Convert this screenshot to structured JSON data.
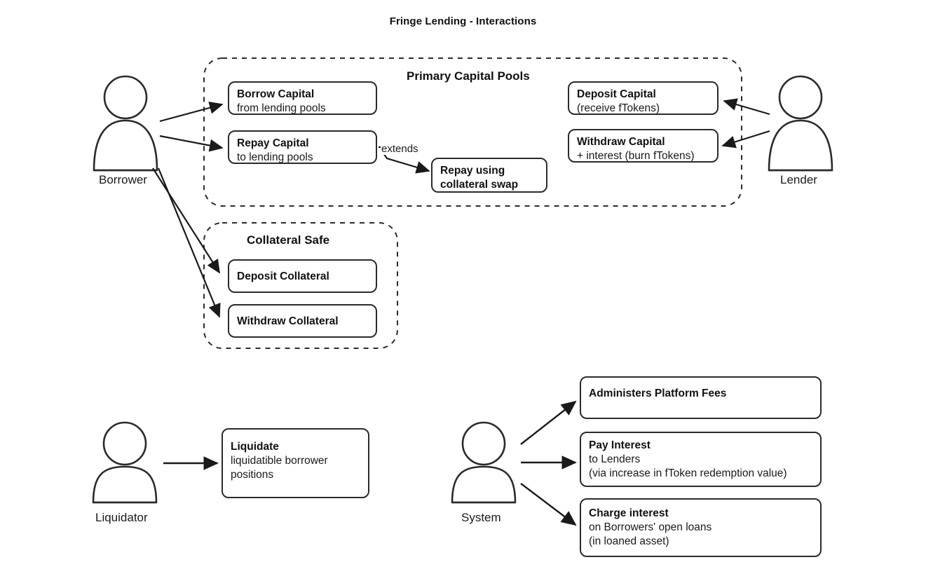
{
  "title": "Fringe Lending - Interactions",
  "groups": [
    {
      "name": "primary-capital-pools",
      "label": "Primary Capital Pools"
    },
    {
      "name": "collateral-safe",
      "label": "Collateral Safe"
    }
  ],
  "actors": [
    {
      "name": "borrower",
      "label": "Borrower"
    },
    {
      "name": "lender",
      "label": "Lender"
    },
    {
      "name": "liquidator",
      "label": "Liquidator"
    },
    {
      "name": "system",
      "label": "System"
    }
  ],
  "edge_labels": [
    {
      "name": "extends",
      "label": "extends"
    }
  ],
  "nodes": {
    "borrow_capital": {
      "title": "Borrow Capital",
      "line2": "from lending pools"
    },
    "repay_capital": {
      "title": "Repay Capital",
      "line2": "to lending pools"
    },
    "repay_collateral_swap": {
      "title": "Repay using",
      "line2": "collateral swap"
    },
    "deposit_capital": {
      "title": "Deposit Capital",
      "line2": "(receive fTokens)"
    },
    "withdraw_capital": {
      "title": "Withdraw Capital",
      "line2": "+ interest (burn fTokens)"
    },
    "deposit_collateral": {
      "title": "Deposit Collateral",
      "line2": ""
    },
    "withdraw_collateral": {
      "title": "Withdraw Collateral",
      "line2": ""
    },
    "liquidate": {
      "title": "Liquidate",
      "line2": "liquidatible borrower",
      "line3": "positions"
    },
    "administers_platform_fees": {
      "title": "Administers Platform Fees",
      "line2": ""
    },
    "pay_interest": {
      "title": "Pay Interest",
      "line2": "to Lenders",
      "line3": "(via increase in fToken redemption value)"
    },
    "charge_interest": {
      "title": "Charge interest",
      "line2": "on Borrowers' open loans",
      "line3": "(in loaned asset)"
    }
  },
  "colors": {
    "stroke": "#2b2b2b",
    "text": "#1a1a1a",
    "background": "#ffffff",
    "arrow": "#1a1a1a"
  }
}
